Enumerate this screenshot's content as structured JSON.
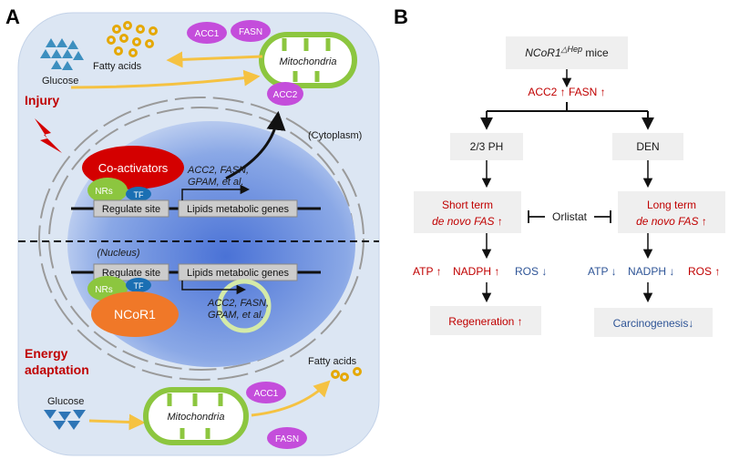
{
  "panel_a": {
    "letter": "A",
    "acc1_top": "ACC1",
    "fasn_top": "FASN",
    "glucose_top": "Glucose",
    "fatty_acids_top": "Fatty acids",
    "mito_top": "Mitochondria",
    "acc2": "ACC2",
    "injury": "Injury",
    "cytoplasm": "(Cytoplasm)",
    "nucleus": "(Nucleus)",
    "coactivators": "Co-activators",
    "nrs_top": "NRs",
    "tf_top": "TF",
    "regulate_site_top": "Regulate site",
    "lipid_genes_top": "Lipids metabolic genes",
    "gene_list_top_1": "ACC2, FASN,",
    "gene_list_top_2": "GPAM, et al.",
    "regulate_site_bottom": "Regulate site",
    "lipid_genes_bottom": "Lipids metabolic genes",
    "nrs_bottom": "NRs",
    "tf_bottom": "TF",
    "ncor1": "NCoR1",
    "gene_list_bottom_1": "ACC2, FASN,",
    "gene_list_bottom_2": "GPAM, et al.",
    "energy_1": "Energy",
    "energy_2": "adaptation",
    "glucose_bottom": "Glucose",
    "mito_bottom": "Mitochondria",
    "acc1_bottom": "ACC1",
    "fasn_bottom": "FASN",
    "fatty_acids_bottom": "Fatty acids"
  },
  "panel_b": {
    "letter": "B",
    "mice_gene": "NCoR1",
    "mice_sup": "△Hep",
    "mice_rest": " mice",
    "acc2_fasn": "ACC2 ↑  FASN ↑",
    "ph": "2/3 PH",
    "den": "DEN",
    "short_term": "Short term",
    "short_fas": "de novo FAS ↑",
    "orlistat": "Orlistat",
    "long_term": "Long term",
    "long_fas": "de novo FAS ↑",
    "left_atp": "ATP ↑",
    "left_nadph": "NADPH ↑",
    "left_ros": "ROS ↓",
    "right_atp": "ATP ↓",
    "right_nadph": "NADPH ↓",
    "right_ros": "ROS ↑",
    "regeneration": "Regeneration ↑",
    "carcinogenesis": "Carcinogenesis↓"
  },
  "colors": {
    "cell_bg": "#dce6f3",
    "nucleus": "#6a8fd8",
    "mito_green": "#8cc63f",
    "pill_purple": "#c44ddb",
    "coactivator_red": "#d40000",
    "ncor1_orange": "#f07828",
    "arrow_yellow": "#f5c242",
    "text_red": "#c00000",
    "text_blue": "#2f5597",
    "box_gray": "#efefef"
  }
}
